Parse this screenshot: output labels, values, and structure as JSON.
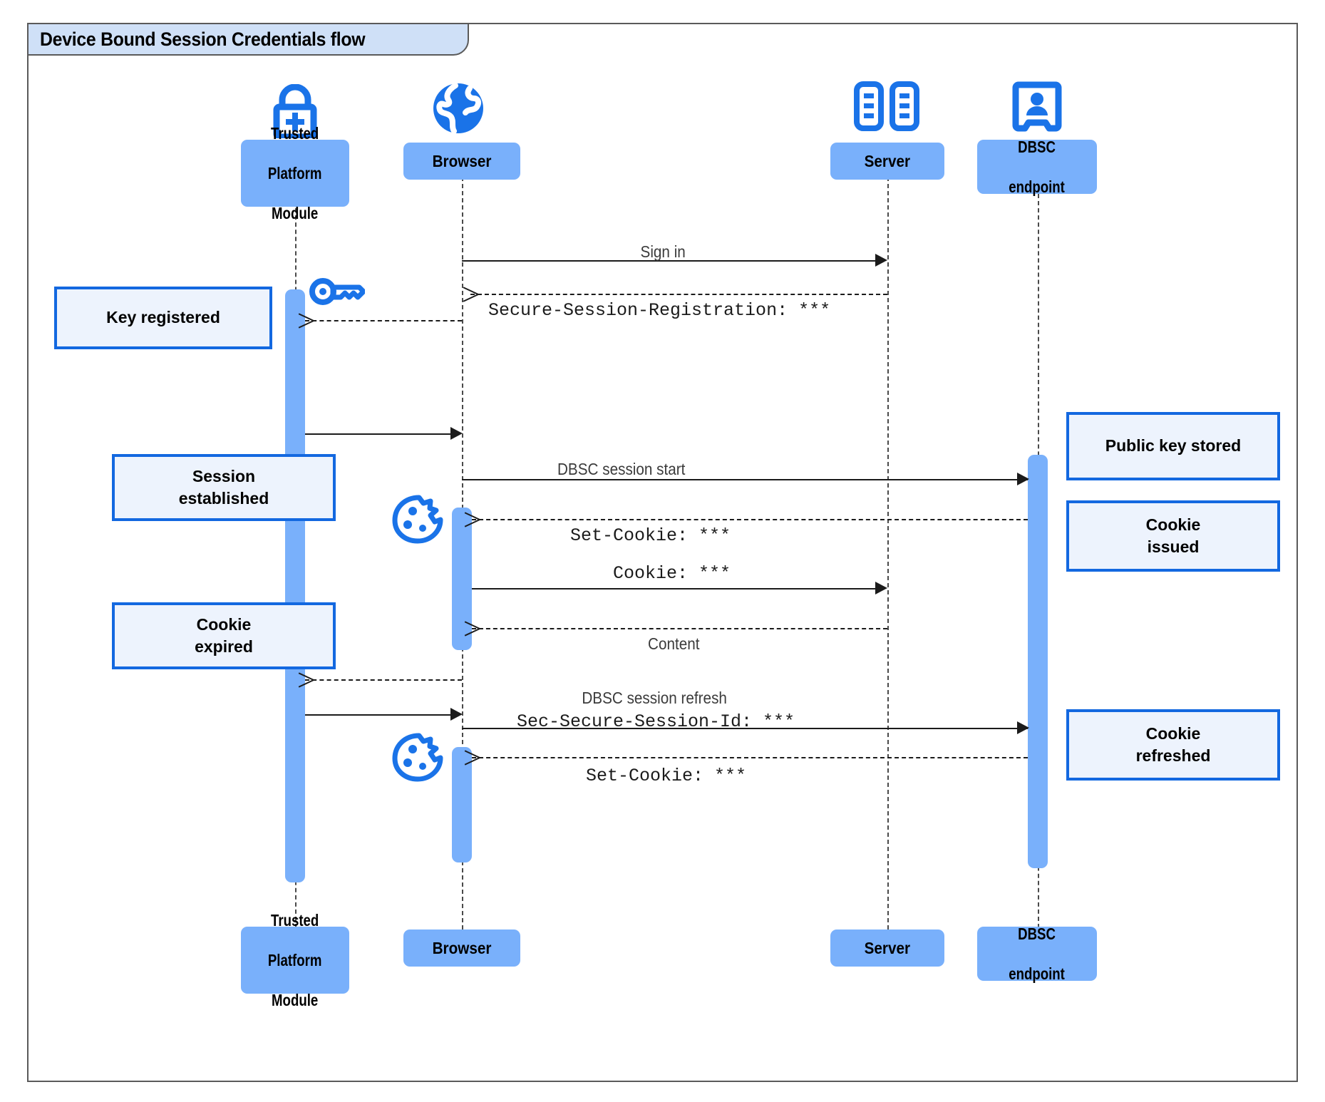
{
  "diagram": {
    "type": "sequence",
    "title": "Device Bound Session Credentials flow",
    "frame_label": "Device Bound Session Credentials flow",
    "colors": {
      "participant_fill": "#79b0fb",
      "activation_fill": "#79b0fb",
      "note_fill": "#edf3fd",
      "note_border": "#1368e0",
      "icon_blue": "#1a73e8",
      "frame_border": "#5a5a5a",
      "frame_tab_fill": "#cfe0f7",
      "line": "#1b1b1b"
    }
  },
  "participants": [
    {
      "id": "tpm",
      "label": "Trusted\nPlatform\nModule",
      "label_line1": "Trusted",
      "label_line2": "Platform",
      "label_line3": "Module",
      "icon": "lock-plus-icon"
    },
    {
      "id": "browser",
      "label": "Browser",
      "icon": "globe-icon"
    },
    {
      "id": "server",
      "label": "Server",
      "icon": "server-racks-icon"
    },
    {
      "id": "dbsc",
      "label": "DBSC\nendpoint",
      "label_line1": "DBSC",
      "label_line2": "endpoint",
      "icon": "id-badge-icon"
    }
  ],
  "messages": [
    {
      "n": 1,
      "from": "browser",
      "to": "server",
      "label": "Sign in",
      "style": "solid",
      "font": "sans"
    },
    {
      "n": 2,
      "from": "server",
      "to": "browser",
      "label": "Secure-Session-Registration: ***",
      "style": "dashed",
      "font": "mono"
    },
    {
      "n": 3,
      "from": "browser",
      "to": "tpm",
      "label": "",
      "style": "dashed",
      "font": "sans"
    },
    {
      "n": 4,
      "from": "tpm",
      "to": "browser",
      "label": "",
      "style": "solid",
      "font": "sans"
    },
    {
      "n": 5,
      "from": "browser",
      "to": "dbsc",
      "label": "DBSC session start",
      "style": "solid",
      "font": "sans"
    },
    {
      "n": 6,
      "from": "dbsc",
      "to": "browser",
      "label": "Set-Cookie: ***",
      "style": "dashed",
      "font": "mono"
    },
    {
      "n": 7,
      "from": "browser",
      "to": "server",
      "label": "Cookie: ***",
      "style": "solid",
      "font": "mono"
    },
    {
      "n": 8,
      "from": "server",
      "to": "browser",
      "label": "Content",
      "style": "dashed",
      "font": "sans"
    },
    {
      "n": 9,
      "from": "browser",
      "to": "tpm",
      "label": "",
      "style": "dashed",
      "font": "sans"
    },
    {
      "n": 10,
      "from": "tpm",
      "to": "browser",
      "label": "",
      "style": "solid",
      "font": "sans"
    },
    {
      "n": 11,
      "from": "browser",
      "to": "dbsc",
      "label_line1": "DBSC session refresh",
      "label_line2": "Sec-Secure-Session-Id: ***",
      "style": "solid",
      "font": "mixed"
    },
    {
      "n": 12,
      "from": "dbsc",
      "to": "browser",
      "label": "Set-Cookie: ***",
      "style": "dashed",
      "font": "mono"
    }
  ],
  "notes": [
    {
      "id": "note-key-registered",
      "text": "Key registered",
      "side": "left",
      "attached_to": "tpm"
    },
    {
      "id": "note-session-established",
      "line1": "Session",
      "line2": "established",
      "side": "left",
      "attached_to": "tpm"
    },
    {
      "id": "note-cookie-expired",
      "line1": "Cookie",
      "line2": "expired",
      "side": "left",
      "attached_to": "tpm"
    },
    {
      "id": "note-public-key-stored",
      "text": "Public key stored",
      "side": "right",
      "attached_to": "dbsc"
    },
    {
      "id": "note-cookie-issued",
      "line1": "Cookie",
      "line2": "issued",
      "side": "right",
      "attached_to": "dbsc"
    },
    {
      "id": "note-cookie-refreshed",
      "line1": "Cookie",
      "line2": "refreshed",
      "side": "right",
      "attached_to": "dbsc"
    }
  ],
  "inline_icons": [
    {
      "id": "key-icon",
      "name": "key-icon",
      "near": "tpm"
    },
    {
      "id": "cookie-icon-1",
      "name": "cookie-icon",
      "near": "browser"
    },
    {
      "id": "cookie-icon-2",
      "name": "cookie-icon",
      "near": "browser"
    }
  ]
}
